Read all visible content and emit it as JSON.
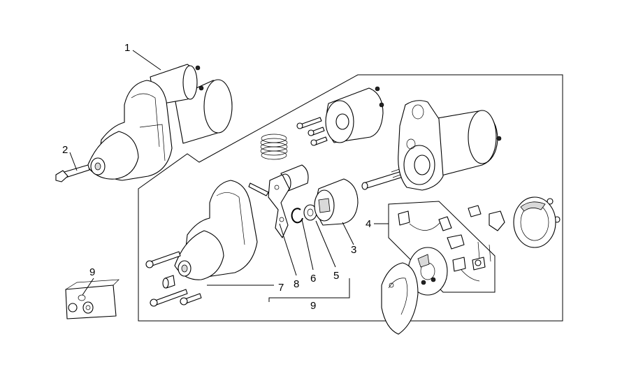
{
  "diagram": {
    "callouts": {
      "c1": "1",
      "c2": "2",
      "c3": "3",
      "c4": "4",
      "c5": "5",
      "c6": "6",
      "c7": "7",
      "c8": "8",
      "c9_group": "9",
      "c9_kit": "9"
    }
  }
}
